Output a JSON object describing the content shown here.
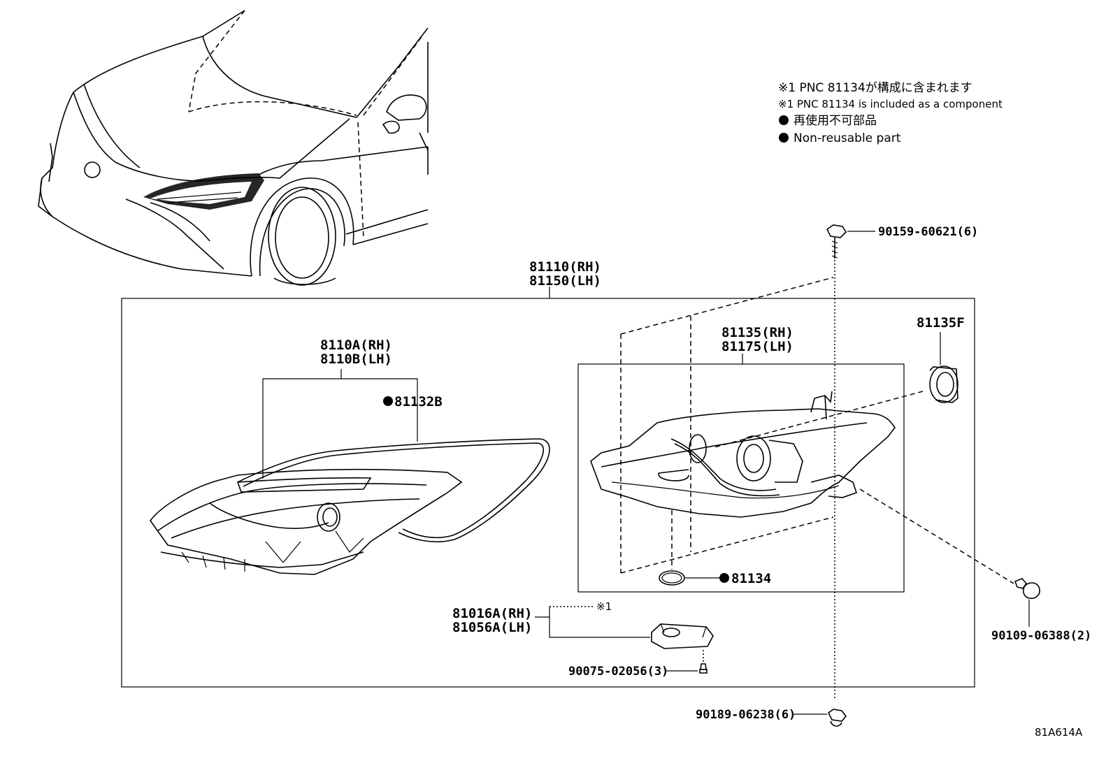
{
  "notes": {
    "line1": "※1 PNC 81134が構成に含まれます",
    "line2": "※1 PNC 81134 is included as a component",
    "line3": "再使用不可部品",
    "line4": "Non-reusable part"
  },
  "parts": {
    "assy_rh": "81110(RH)",
    "assy_lh": "81150(LH)",
    "lens_rh": "8110A(RH)",
    "lens_lh": "8110B(LH)",
    "gasket": "81132B",
    "housing_rh": "81135(RH)",
    "housing_lh": "81175(LH)",
    "cover": "81135F",
    "oring": "81134",
    "bolt_top": "90159-60621(6)",
    "bolt_right": "90109-06388(2)",
    "ballast_rh": "81016A(RH)",
    "ballast_lh": "81056A(LH)",
    "ballast_mark": "※1",
    "screw": "90075-02056(3)",
    "bolt_bottom": "90189-06238(6)"
  },
  "reference_code": "81A614A"
}
